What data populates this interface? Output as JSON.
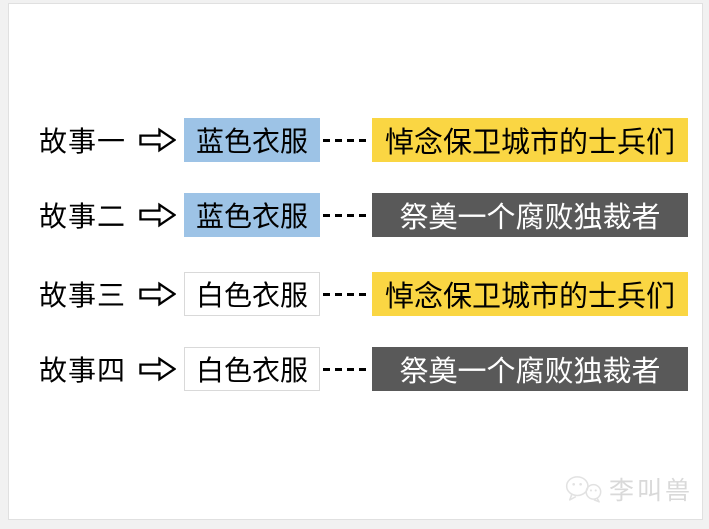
{
  "colors": {
    "page_bg": "#f1f1f1",
    "card_bg": "#ffffff",
    "card_border": "#e0e0e0",
    "text": "#000000",
    "blue_box": "#9dc3e6",
    "white_box_border": "#d9d9d9",
    "yellow_box": "#fad643",
    "dark_box": "#595959",
    "dark_box_text": "#ffffff",
    "watermark_text": "#d9d9d9"
  },
  "diagram": {
    "rows": [
      {
        "label": "故事一",
        "clothes": "蓝色衣服",
        "clothes_variant": "blue",
        "meaning": "悼念保卫城市的士兵们",
        "meaning_variant": "yellow"
      },
      {
        "label": "故事二",
        "clothes": "蓝色衣服",
        "clothes_variant": "blue",
        "meaning": "祭奠一个腐败独裁者",
        "meaning_variant": "dark"
      },
      {
        "label": "故事三",
        "clothes": "白色衣服",
        "clothes_variant": "white",
        "meaning": "悼念保卫城市的士兵们",
        "meaning_variant": "yellow"
      },
      {
        "label": "故事四",
        "clothes": "白色衣服",
        "clothes_variant": "white",
        "meaning": "祭奠一个腐败独裁者",
        "meaning_variant": "dark"
      }
    ]
  },
  "watermark": {
    "label": "李叫兽",
    "icon": "wechat-icon"
  }
}
